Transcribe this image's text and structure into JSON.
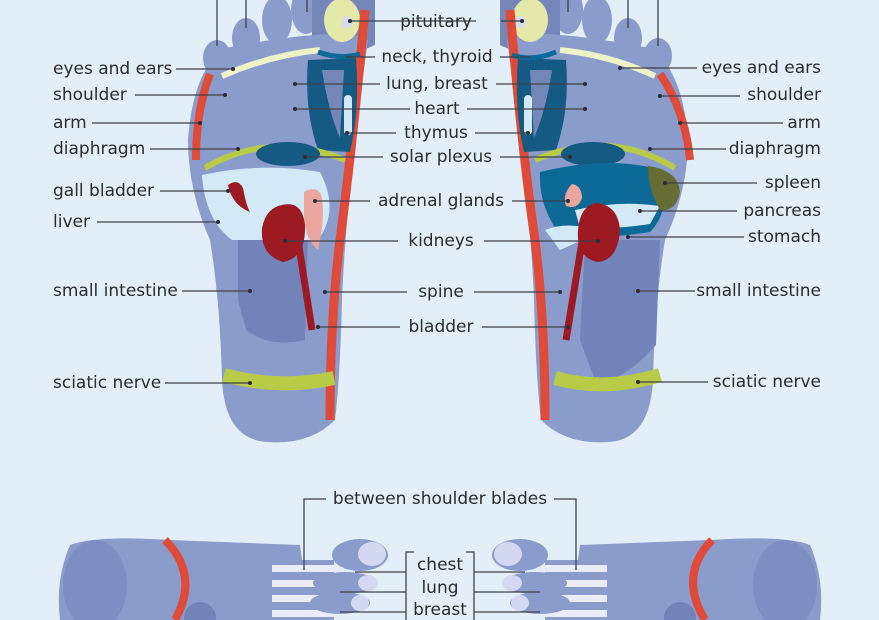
{
  "labels": {
    "pituitary": "pituitary",
    "neck_thyroid": "neck, thyroid",
    "lung_breast": "lung, breast",
    "heart": "heart",
    "thymus": "thymus",
    "solar_plexus": "solar plexus",
    "adrenal_glands": "adrenal glands",
    "kidneys": "kidneys",
    "spine": "spine",
    "bladder": "bladder",
    "eyes_and_ears": "eyes and ears",
    "shoulder": "shoulder",
    "arm": "arm",
    "diaphragm": "diaphragm",
    "gall_bladder": "gall bladder",
    "liver": "liver",
    "small_intestine": "small intestine",
    "sciatic_nerve": "sciatic nerve",
    "spleen": "spleen",
    "pancreas": "pancreas",
    "stomach": "stomach",
    "between_shoulder_blades": "between shoulder blades",
    "chest": "chest",
    "lung": "lung",
    "breast": "breast"
  },
  "colors": {
    "background": "#e3eff8",
    "foot": "#8a9ccb",
    "foot_dark": "#7183b8",
    "red": "#df4b38",
    "dark_red": "#9d1a22",
    "yellow_green": "#b8cb47",
    "teal": "#0d6a96",
    "navy": "#155a82",
    "light_blue": "#d3e9f5",
    "pink": "#eba69f",
    "olive": "#656c34",
    "cream": "#eef2c7"
  }
}
